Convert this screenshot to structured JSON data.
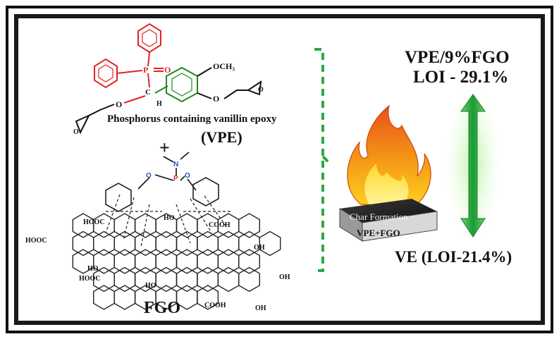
{
  "labels": {
    "vpe_name": "Phosphorus containing vanillin epoxy",
    "vpe_abbr": "(VPE)",
    "fgo_name": "FGO",
    "top_line1": "VPE/9%FGO",
    "top_line2": "LOI - 29.1%",
    "bottom": "VE (LOI-21.4%)",
    "char": "Char Formation",
    "char_base": "VPE+FGO"
  },
  "molecule_text": {
    "methoxy": "OCH₃",
    "p_oxo": "P=O",
    "ch": "C",
    "h": "H",
    "o": "O",
    "plus": "+",
    "n": "N",
    "p": "P",
    "hooc": "HOOC",
    "cooh": "COOH",
    "ho": "HO",
    "oh": "OH"
  },
  "colors": {
    "phosphorus_red": "#e02424",
    "ring_green": "#1e8a1e",
    "bracket_green": "#2ea84a",
    "arrow_green": "#1fa03a",
    "flame_orange": "#f07818"
  }
}
